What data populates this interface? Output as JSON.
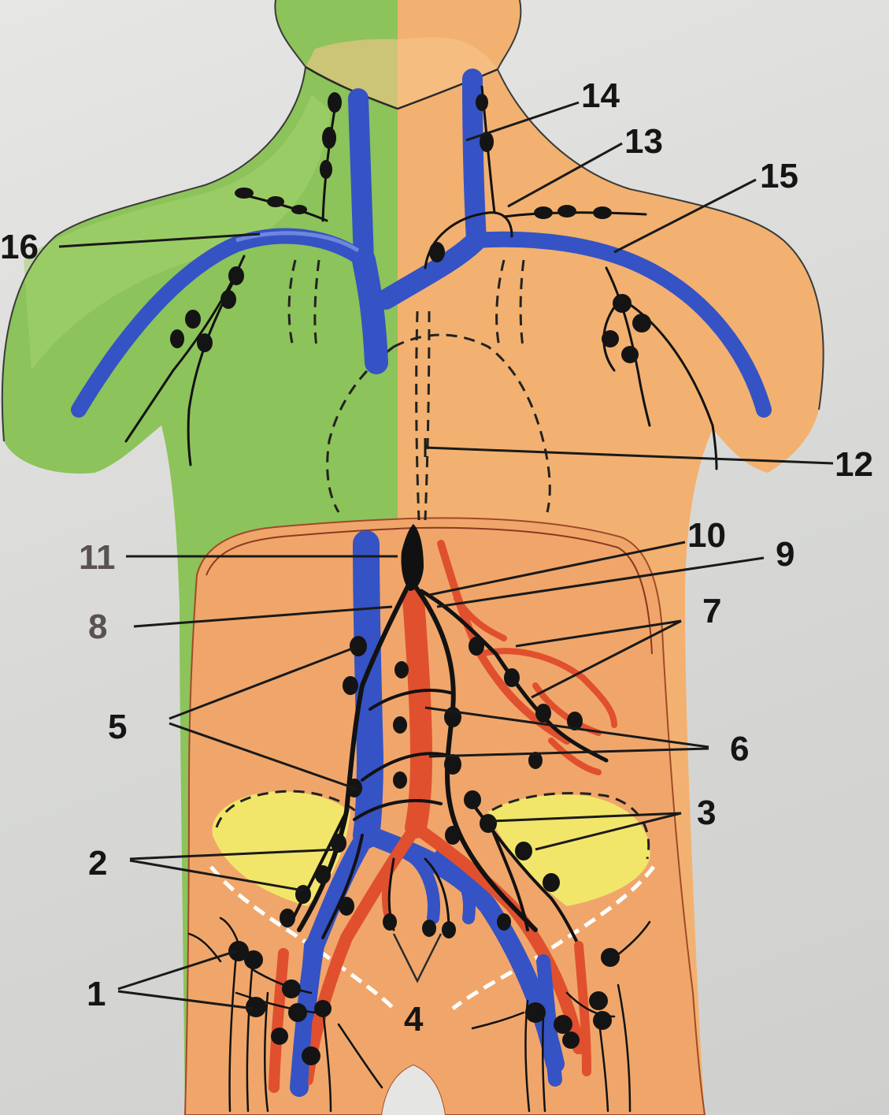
{
  "labels": {
    "n1": "1",
    "n2": "2",
    "n3": "3",
    "n4": "4",
    "n5": "5",
    "n6": "6",
    "n7": "7",
    "n8": "8",
    "n9": "9",
    "n10": "10",
    "n11": "11",
    "n12": "12",
    "n13": "13",
    "n14": "14",
    "n15": "15",
    "n16": "16"
  },
  "colors": {
    "left_half_skin": "#8cc35a",
    "right_half_skin": "#f2b170",
    "abdomen": "#f0a66a",
    "vein": "#3553c4",
    "artery": "#e0502e",
    "lymph_node": "#141414",
    "pelvis": "#f2e66a"
  }
}
